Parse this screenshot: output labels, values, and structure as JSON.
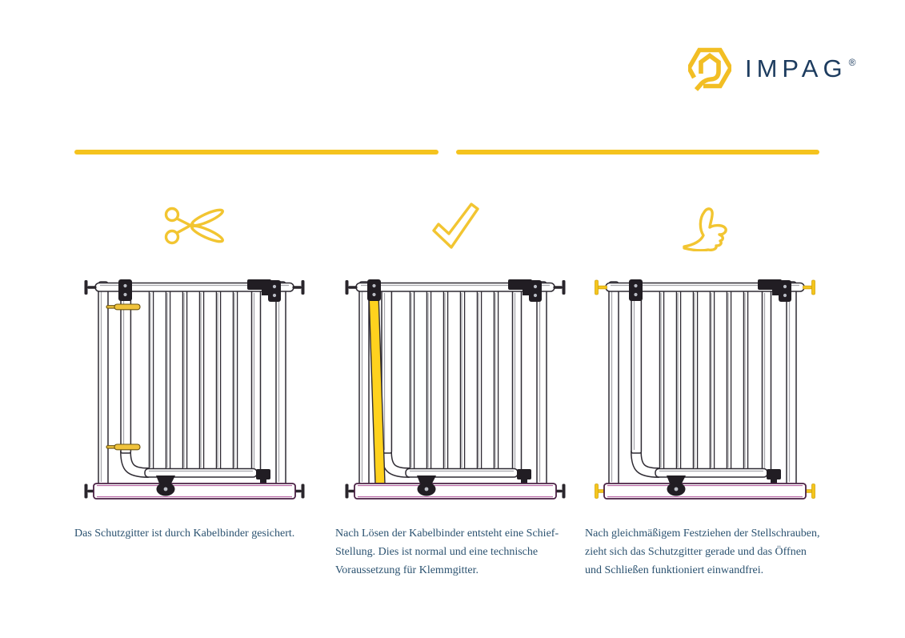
{
  "colors": {
    "accent_yellow": "#F5C31E",
    "icon_yellow": "#F2C531",
    "highlight_yellow": "#FFD21E",
    "caption_blue": "#2b5270",
    "logo_navy": "#1d3c5f",
    "line_dark": "#2f2b33",
    "base_purple": "#4a2144"
  },
  "logo": {
    "brand": "IMPAG",
    "registered_mark": "®",
    "icon": "impag-hexagon-logo"
  },
  "steps": [
    {
      "icon": "scissors-icon",
      "variant": "cable-ties",
      "illustration": "safety-gate-with-yellow-cable-ties",
      "caption": "Das Schutzgitter ist durch Kabelbinder gesichert."
    },
    {
      "icon": "check-icon",
      "variant": "tilted",
      "illustration": "safety-gate-with-tilted-yellow-bar",
      "caption": "Nach Lösen der Kabelbinder entsteht eine Schief-\nStellung. Dies ist normal und eine technische\nVoraussetzung für Klemmgitter."
    },
    {
      "icon": "thumbs-up-icon",
      "variant": "screws",
      "illustration": "safety-gate-straight-with-yellow-spindle-screws",
      "caption": "Nach gleichmäßigem Festziehen der Stellschrauben,\nzieht sich das Schutzgitter gerade und das Öffnen\nund Schließen funktioniert einwandfrei."
    }
  ]
}
